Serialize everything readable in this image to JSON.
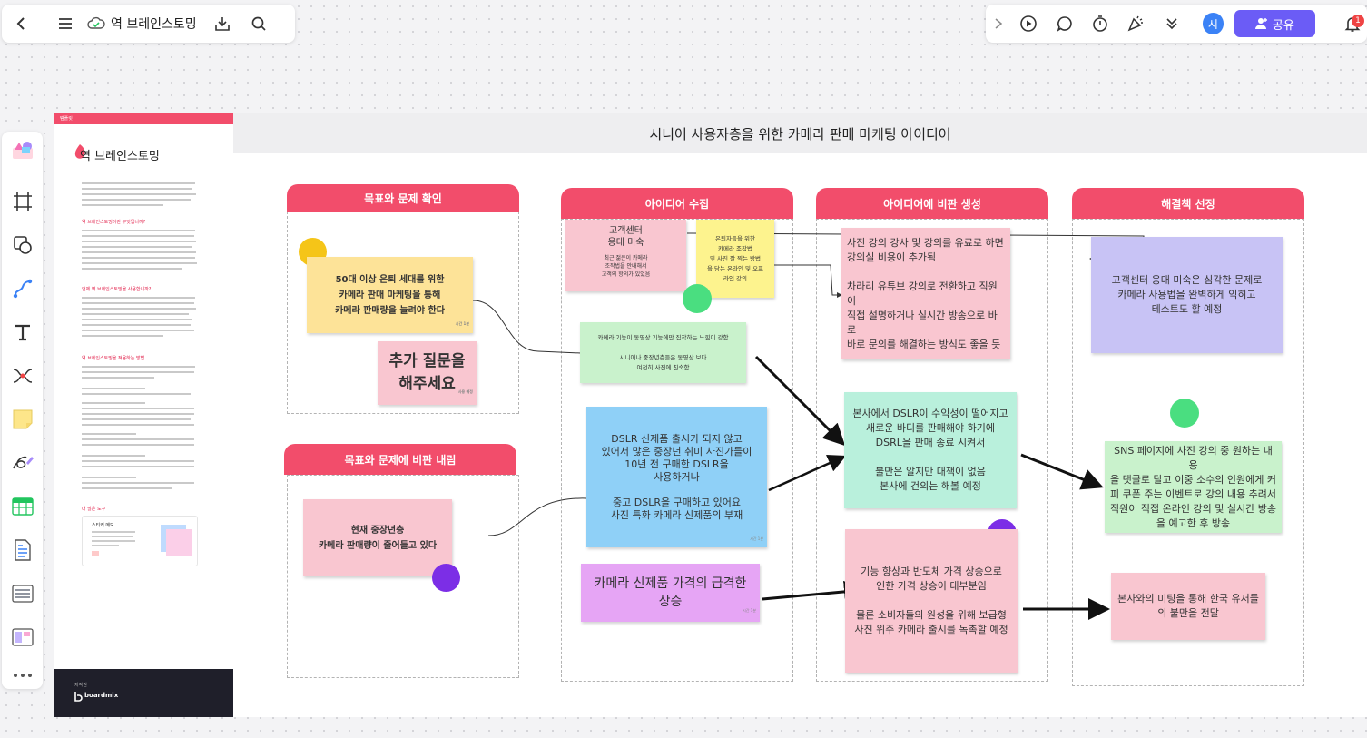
{
  "topbar": {
    "doc_title": "역 브레인스토밍",
    "share_label": "공유",
    "avatar_initial": "시",
    "notification_count": "1",
    "icons": [
      "back-icon",
      "menu-icon",
      "cloud-sync-icon",
      "download-icon",
      "search-icon",
      "expand-icon",
      "play-icon",
      "comment-icon",
      "timer-icon",
      "celebrate-icon",
      "more-icon",
      "user-add-icon",
      "bell-icon"
    ]
  },
  "toolbar": {
    "tools": [
      "template-icon",
      "frame-icon",
      "shape-icon",
      "connector-icon",
      "text-icon",
      "mindmap-icon",
      "sticky-note-icon",
      "pen-icon",
      "table-icon",
      "document-icon",
      "list-icon",
      "layout-icon",
      "more-icon"
    ]
  },
  "doc": {
    "top_label": "템플릿",
    "heading": "역 브레인스토밍",
    "sections": [
      "역 브레인스토밍이란 무엇입니까?",
      "언제 역 브레인스토밍을 사용합니까?",
      "역 브레인스토밍을 적용하는 방법",
      "더 많은 도구"
    ],
    "card_title": "스티커 메모",
    "footer_label": "저작권",
    "brand": "boardmix"
  },
  "board": {
    "title": "시니어 사용자층을 위한 카메라 판매 마케팅 아이디어",
    "columns": {
      "goal": "목표와 문제 확인",
      "critique_goal": "목표와 문제에 비판 내림",
      "collect": "아이디어 수집",
      "critique": "아이디어에 비판 생성",
      "solution": "해결책 선정"
    },
    "notes": {
      "goal_main": "50대 이상 은퇴 세대를 위한\n카메라 판매 마케팅을 통해\n카메라 판매량을 늘려야 한다",
      "goal_extra": "추가 질문을\n해주세요",
      "critique_goal": "현재 중장년층\n카메라 판매량이 줄어들고 있다",
      "collect_cs_title": "고객센터\n응대 미숙",
      "collect_cs_body": "최근 젊은이 카메라\n조작법을 안내해서\n고객의 항의가 있었음",
      "collect_retire": "은퇴자들을 위한\n카메라 조작법\n및 사진 잘 찍는 방법\n을 담는 온라인 및 오프\n라인 강의",
      "collect_video": "카메라 기능이 동영상 기능에만 집착하는 느낌이 강함\n\n시니어나 중장년층들은 동영상 보다\n여전히 사진에 친숙함",
      "collect_dslr": "DSLR 신제품 출시가 되지 않고\n있어서 많은 중장년 취미 사진가들이\n10년 전 구매한 DSLR을\n사용하거나\n\n중고 DSLR을 구매하고 있어요\n사진 특화 카메라 신제품의 부재",
      "collect_price": "카메라 신제품 가격의 급격한\n상승",
      "crit_lecture": "사진 강의 강사 및 강의를 유료로 하면\n강의실 비용이 추가됨\n\n차라리 유튜브 강의로 전환하고 직원이\n직접 설명하거나 실시간 방송으로 바로\n바로 문의를 해결하는 방식도 좋을 듯",
      "crit_dslr": "본사에서 DSLR이 수익성이 떨어지고\n새로운 바디를 판매해야 하기에\nDSRL을 판매 종료 시켜서\n\n불만은 알지만 대책이 없음\n본사에 건의는 해볼 예정",
      "crit_price": "기능 향상과 반도체 가격 상승으로\n인한 가격 상승이 대부분임\n\n물론 소비자들의 원성을 위해 보급형\n사진 위주 카메라 출시를 독촉할 예정",
      "sol_cs": "고객센터 응대 미숙은 심각한 문제로\n카메라 사용법을 완벽하게 익히고\n테스트도 할 예정",
      "sol_sns": "SNS 페이지에 사진 강의 중 원하는 내용\n을 댓글로 달고 이중 소수의 인원에게 커\n피 쿠폰 주는 이벤트로 강의 내용 추려서\n직원이 직접 온라인 강의 및 실시간 방송\n을 예고한 후 방송",
      "sol_meeting": "본사와의 미팅을 통해 한국 유저들\n의 불만을 전달"
    }
  },
  "colors": {
    "accent": "#f24d6b",
    "share": "#6b5cf6",
    "yellow": "#fde398",
    "pink": "#f9c6d0",
    "green": "#c9f2cc",
    "blue": "#8fd0f7",
    "violet": "#e6a5f5",
    "lavender": "#c8c3f5",
    "mint": "#b9f0dc"
  }
}
